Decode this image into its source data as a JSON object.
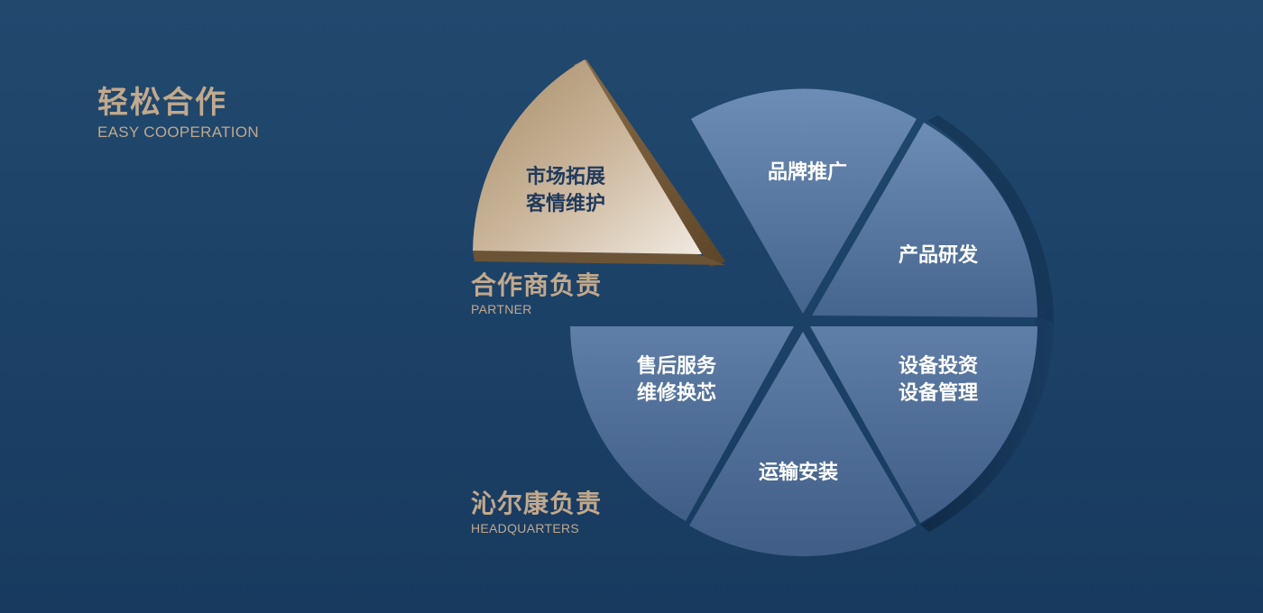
{
  "header": {
    "title": "轻松合作",
    "subtitle": "EASY COOPERATION"
  },
  "partner": {
    "label": "合作商负责",
    "label_en": "PARTNER",
    "lines": [
      "市场拓展",
      "客情维护"
    ]
  },
  "headquarters": {
    "label": "沁尔康负责",
    "label_en": "HEADQUARTERS"
  },
  "slices": [
    {
      "key": "brand",
      "lines": [
        "品牌推广"
      ]
    },
    {
      "key": "rnd",
      "lines": [
        "产品研发"
      ]
    },
    {
      "key": "equipment",
      "lines": [
        "设备投资",
        "设备管理"
      ]
    },
    {
      "key": "transport",
      "lines": [
        "运输安装"
      ]
    },
    {
      "key": "aftersales",
      "lines": [
        "售后服务",
        "维修换芯"
      ]
    }
  ],
  "colors": {
    "accent_gold": "#c1a98c",
    "slice_blue_light": "#6f8fb9",
    "slice_blue_dark": "#46658f",
    "partner_gold_light": "#ece3d6",
    "partner_gold_dark": "#a48863",
    "background": "#1d4268"
  }
}
